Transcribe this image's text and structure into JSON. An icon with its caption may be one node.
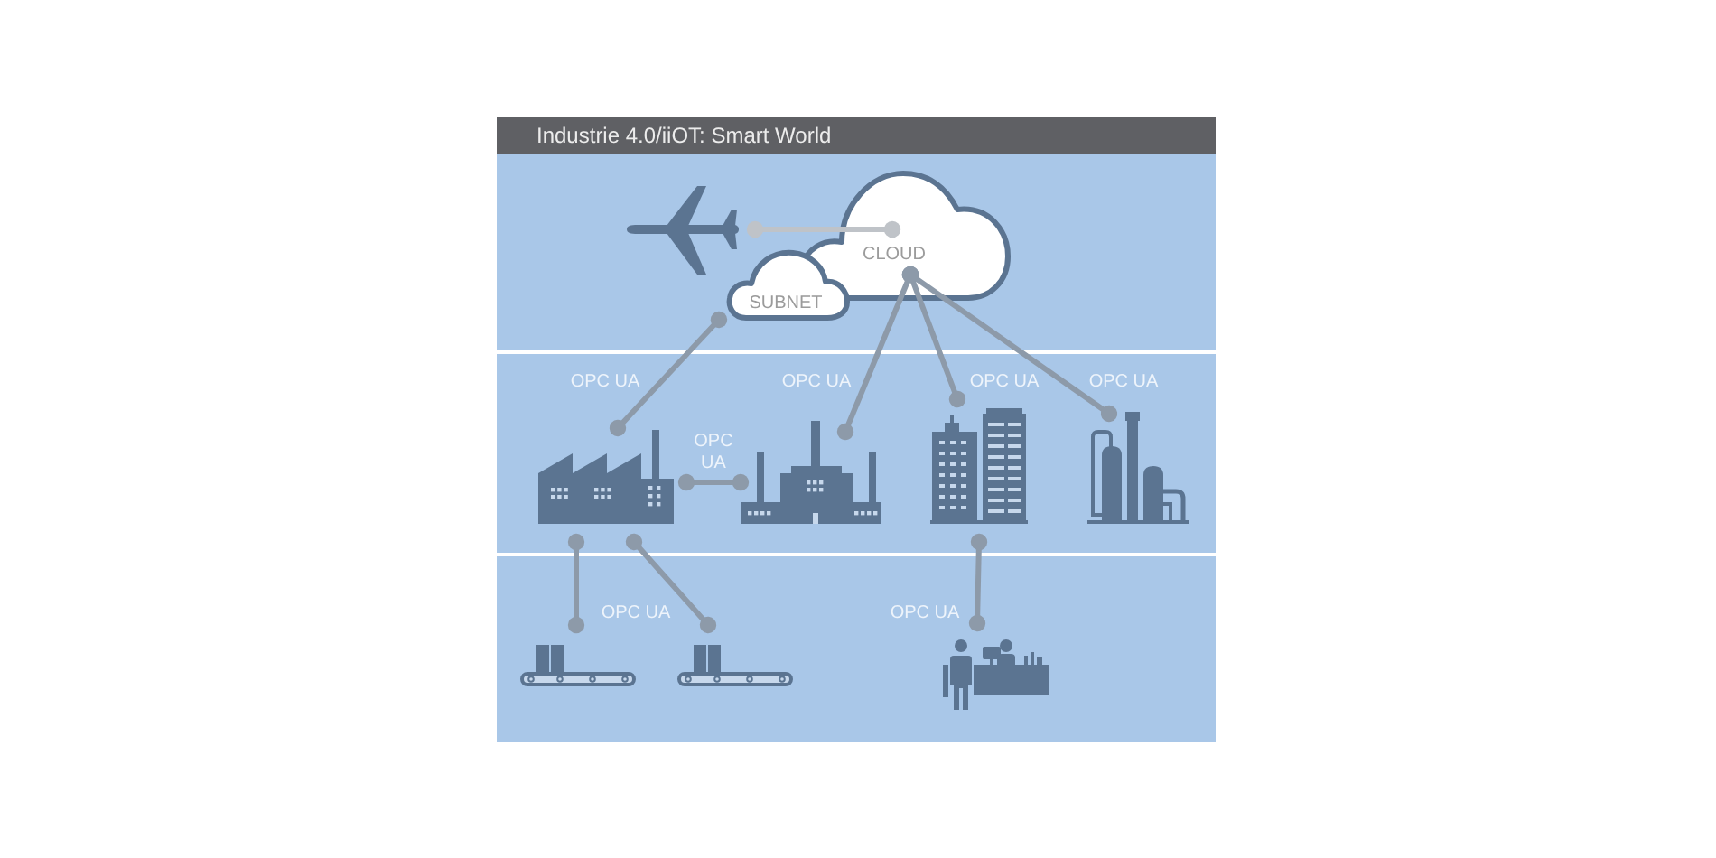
{
  "diagram": {
    "title": "Industrie 4.0/iiOT: Smart World",
    "nodes": [
      {
        "text": [],
        "shape": "picture"
      },
      {
        "text": [
          "CLOUD"
        ]
      },
      {
        "text": [
          "SUBNET"
        ]
      },
      {
        "text": [],
        "shape": "picture"
      },
      {
        "text": [],
        "shape": "picture"
      },
      {
        "text": [],
        "shape": "picture"
      },
      {
        "text": [],
        "shape": "picture"
      },
      {
        "text": [],
        "shape": "picture"
      },
      {
        "text": [],
        "shape": "picture"
      },
      {
        "text": [],
        "shape": "picture"
      }
    ],
    "edges": [
      {
        "from": 0,
        "to": 1,
        "arrow": "other",
        "color": "#bfc3c8"
      },
      {
        "from": 2,
        "to": 3,
        "arrow": "other",
        "label": "OPC UA"
      },
      {
        "from": 1,
        "to": 4,
        "arrow": "other",
        "label": "OPC UA"
      },
      {
        "from": 1,
        "to": 5,
        "arrow": "other",
        "label": "OPC UA"
      },
      {
        "from": 1,
        "to": 6,
        "arrow": "other",
        "label": "OPC UA"
      },
      {
        "from": 3,
        "to": 4,
        "arrow": "other",
        "label": "OPC UA"
      },
      {
        "from": 3,
        "to": 7,
        "arrow": "other",
        "label": "OPC UA"
      },
      {
        "from": 3,
        "to": 8,
        "arrow": "other"
      },
      {
        "from": 5,
        "to": 9,
        "arrow": "other",
        "label": "OPC UA"
      }
    ]
  }
}
